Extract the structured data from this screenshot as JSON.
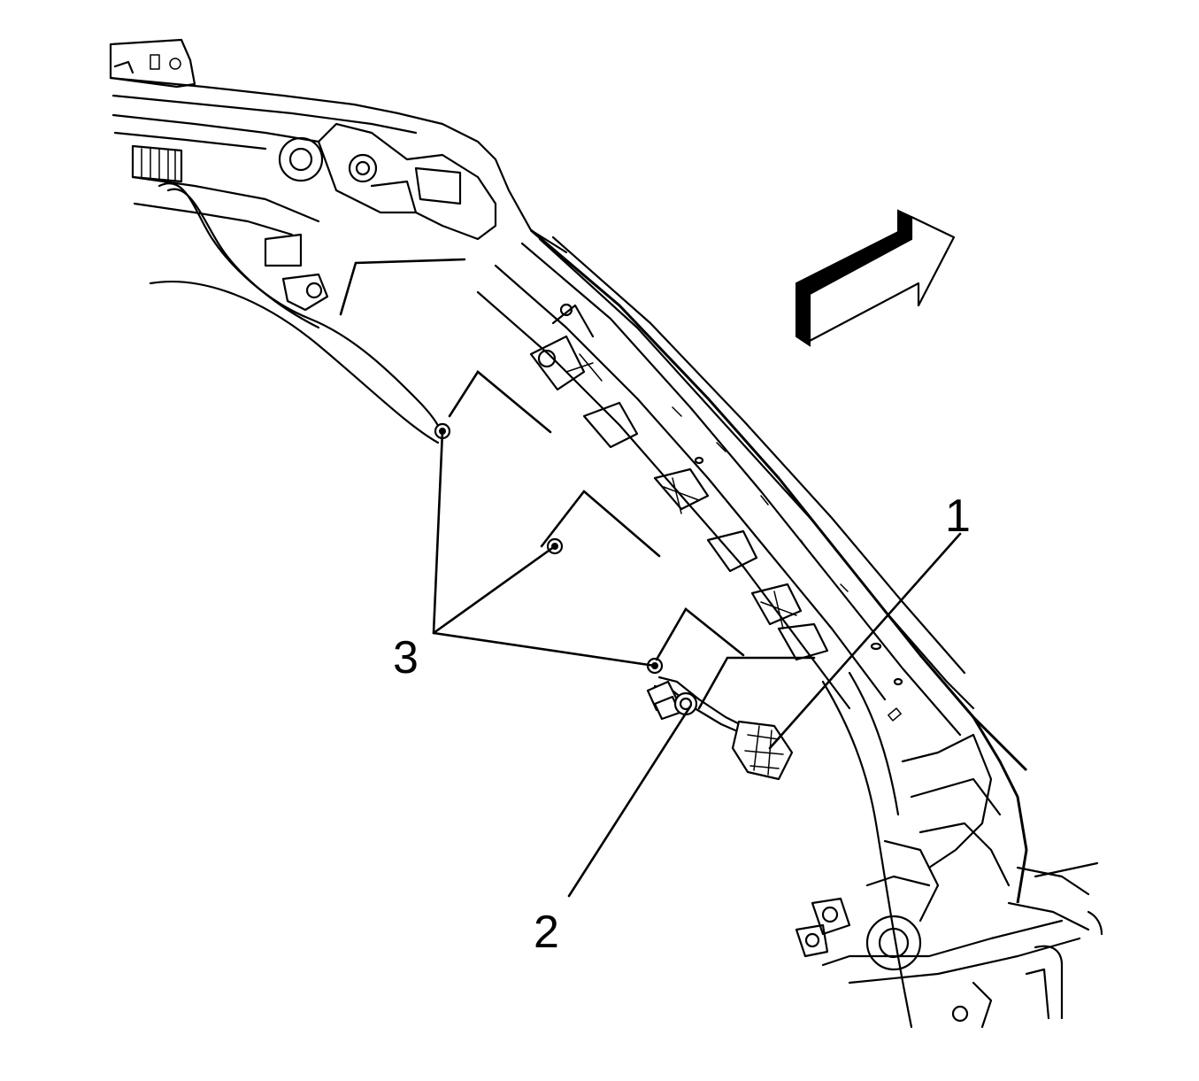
{
  "callouts": {
    "c1": {
      "label": "1"
    },
    "c2": {
      "label": "2"
    },
    "c3": {
      "label": "3"
    }
  },
  "icons": {
    "direction_arrow": "front-direction-arrow-icon"
  }
}
